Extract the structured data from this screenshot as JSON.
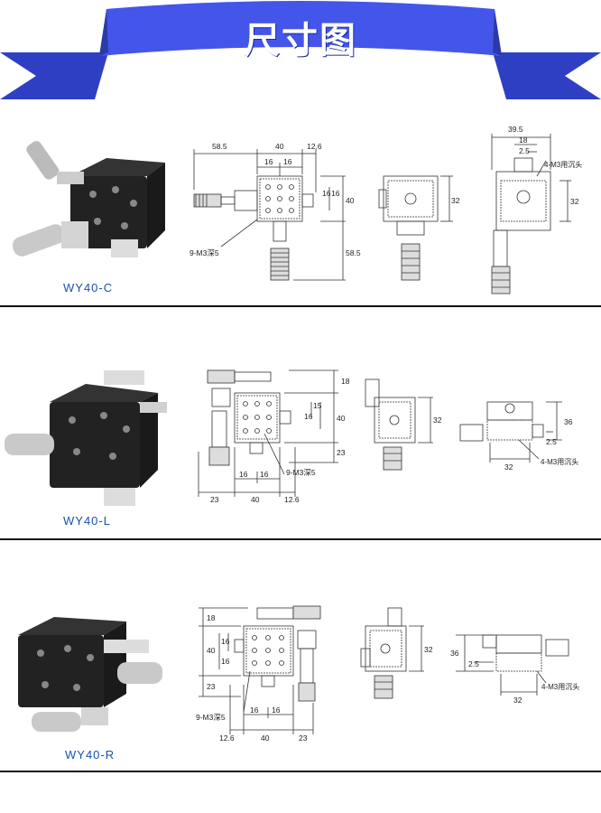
{
  "banner": {
    "title": "尺寸图",
    "color": "#3f54e6"
  },
  "sections": [
    {
      "model": "WY40-C",
      "front_dims": {
        "left": "58.5",
        "width": "40",
        "right": "12.6",
        "half_a": "16",
        "half_b": "16",
        "v_16a": "16",
        "v_16b": "16",
        "v_40": "40",
        "bottom": "58.5",
        "hole_note": "9-M3深5"
      },
      "side_dims": {
        "height": "32"
      },
      "end_dims": {
        "width": "39.5",
        "inner": "18",
        "small": "2.5",
        "height": "32",
        "hole_note": "4-M3用沉头"
      }
    },
    {
      "model": "WY40-L",
      "front_dims": {
        "top": "18",
        "v_15": "15",
        "v_40": "40",
        "v_16": "16",
        "v_23": "23",
        "left": "23",
        "width": "40",
        "right": "12.6",
        "half_a": "16",
        "half_b": "16",
        "hole_note": "9-M3深5"
      },
      "side_dims": {
        "height": "32"
      },
      "end_dims": {
        "height": "36",
        "small": "2.5",
        "width": "32",
        "hole_note": "4-M3用沉头"
      }
    },
    {
      "model": "WY40-R",
      "front_dims": {
        "top": "18",
        "v_40": "40",
        "v_16a": "16",
        "v_16b": "16",
        "v_23": "23",
        "left": "12.6",
        "width": "40",
        "right": "23",
        "half_a": "16",
        "half_b": "16",
        "hole_note": "9-M3深5"
      },
      "side_dims": {
        "height": "32"
      },
      "end_dims": {
        "height": "36",
        "small": "2.5",
        "width": "32",
        "hole_note": "4-M3用沉头"
      }
    }
  ]
}
